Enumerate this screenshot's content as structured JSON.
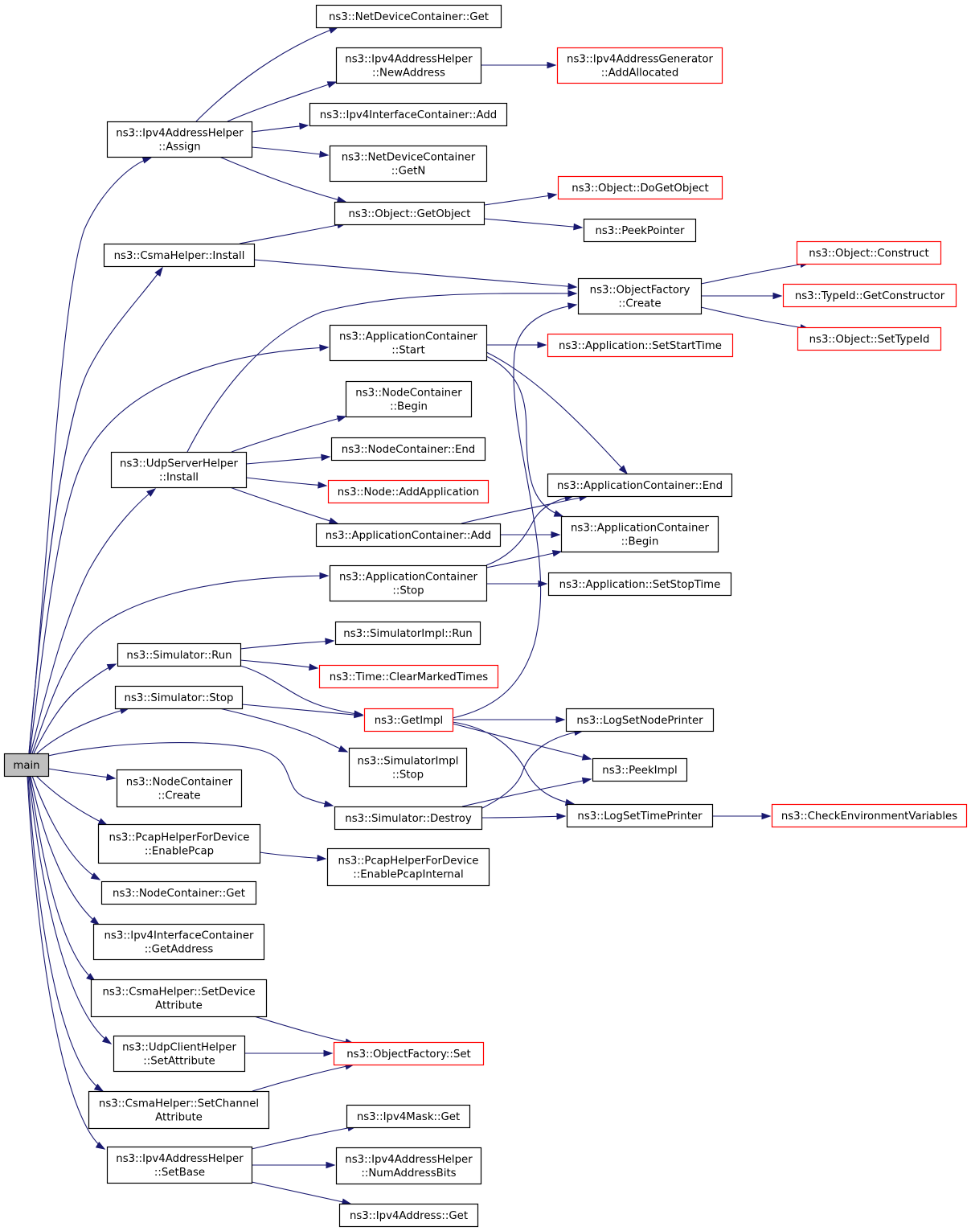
{
  "colors": {
    "edge": "#191970",
    "box_border_default": "#000000",
    "box_border_truncated": "#ff0000",
    "root_fill": "#bfbfbf",
    "box_fill": "#ffffff"
  },
  "nodes": {
    "main": {
      "lines": [
        "main"
      ],
      "style": "root"
    },
    "ndc_get": {
      "lines": [
        "ns3::NetDeviceContainer::Get"
      ],
      "style": "normal"
    },
    "ipv4ah_newaddr": {
      "lines": [
        "ns3::Ipv4AddressHelper",
        "::NewAddress"
      ],
      "style": "normal"
    },
    "ipv4ag_addalloc": {
      "lines": [
        "ns3::Ipv4AddressGenerator",
        "::AddAllocated"
      ],
      "style": "truncated"
    },
    "ipv4ic_add": {
      "lines": [
        "ns3::Ipv4InterfaceContainer::Add"
      ],
      "style": "normal"
    },
    "ipv4ah_assign": {
      "lines": [
        "ns3::Ipv4AddressHelper",
        "::Assign"
      ],
      "style": "normal"
    },
    "ndc_getn": {
      "lines": [
        "ns3::NetDeviceContainer",
        "::GetN"
      ],
      "style": "normal"
    },
    "obj_dogetobject": {
      "lines": [
        "ns3::Object::DoGetObject"
      ],
      "style": "truncated"
    },
    "obj_getobject": {
      "lines": [
        "ns3::Object::GetObject"
      ],
      "style": "normal"
    },
    "peekpointer": {
      "lines": [
        "ns3::PeekPointer"
      ],
      "style": "normal"
    },
    "csma_install": {
      "lines": [
        "ns3::CsmaHelper::Install"
      ],
      "style": "normal"
    },
    "obj_construct": {
      "lines": [
        "ns3::Object::Construct"
      ],
      "style": "truncated"
    },
    "of_create": {
      "lines": [
        "ns3::ObjectFactory",
        "::Create"
      ],
      "style": "normal"
    },
    "typeid_getctor": {
      "lines": [
        "ns3::TypeId::GetConstructor"
      ],
      "style": "truncated"
    },
    "obj_settypeid": {
      "lines": [
        "ns3::Object::SetTypeId"
      ],
      "style": "truncated"
    },
    "appc_start": {
      "lines": [
        "ns3::ApplicationContainer",
        "::Start"
      ],
      "style": "normal"
    },
    "app_setstarttime": {
      "lines": [
        "ns3::Application::SetStartTime"
      ],
      "style": "truncated"
    },
    "nc_begin": {
      "lines": [
        "ns3::NodeContainer",
        "::Begin"
      ],
      "style": "normal"
    },
    "nc_end": {
      "lines": [
        "ns3::NodeContainer::End"
      ],
      "style": "normal"
    },
    "udpserver_install": {
      "lines": [
        "ns3::UdpServerHelper",
        "::Install"
      ],
      "style": "normal"
    },
    "node_addapp": {
      "lines": [
        "ns3::Node::AddApplication"
      ],
      "style": "truncated"
    },
    "appc_end": {
      "lines": [
        "ns3::ApplicationContainer::End"
      ],
      "style": "normal"
    },
    "appc_add": {
      "lines": [
        "ns3::ApplicationContainer::Add"
      ],
      "style": "normal"
    },
    "appc_begin": {
      "lines": [
        "ns3::ApplicationContainer",
        "::Begin"
      ],
      "style": "normal"
    },
    "appc_stop": {
      "lines": [
        "ns3::ApplicationContainer",
        "::Stop"
      ],
      "style": "normal"
    },
    "app_setstoptime": {
      "lines": [
        "ns3::Application::SetStopTime"
      ],
      "style": "normal"
    },
    "simimpl_run": {
      "lines": [
        "ns3::SimulatorImpl::Run"
      ],
      "style": "normal"
    },
    "sim_run": {
      "lines": [
        "ns3::Simulator::Run"
      ],
      "style": "normal"
    },
    "time_clearmarked": {
      "lines": [
        "ns3::Time::ClearMarkedTimes"
      ],
      "style": "truncated"
    },
    "sim_stop": {
      "lines": [
        "ns3::Simulator::Stop"
      ],
      "style": "normal"
    },
    "getimpl": {
      "lines": [
        "ns3::GetImpl"
      ],
      "style": "truncated"
    },
    "logsetnodeprinter": {
      "lines": [
        "ns3::LogSetNodePrinter"
      ],
      "style": "normal"
    },
    "simimpl_stop": {
      "lines": [
        "ns3::SimulatorImpl",
        "::Stop"
      ],
      "style": "normal"
    },
    "peekimpl": {
      "lines": [
        "ns3::PeekImpl"
      ],
      "style": "normal"
    },
    "nc_create": {
      "lines": [
        "ns3::NodeContainer",
        "::Create"
      ],
      "style": "normal"
    },
    "sim_destroy": {
      "lines": [
        "ns3::Simulator::Destroy"
      ],
      "style": "normal"
    },
    "logsettimeprinter": {
      "lines": [
        "ns3::LogSetTimePrinter"
      ],
      "style": "normal"
    },
    "checkenv": {
      "lines": [
        "ns3::CheckEnvironmentVariables"
      ],
      "style": "truncated"
    },
    "pcap_enable": {
      "lines": [
        "ns3::PcapHelperForDevice",
        "::EnablePcap"
      ],
      "style": "normal"
    },
    "pcap_enableinternal": {
      "lines": [
        "ns3::PcapHelperForDevice",
        "::EnablePcapInternal"
      ],
      "style": "normal"
    },
    "nc_get": {
      "lines": [
        "ns3::NodeContainer::Get"
      ],
      "style": "normal"
    },
    "ipv4ic_getaddr": {
      "lines": [
        "ns3::Ipv4InterfaceContainer",
        "::GetAddress"
      ],
      "style": "normal"
    },
    "csma_setdevattr": {
      "lines": [
        "ns3::CsmaHelper::SetDevice",
        "Attribute"
      ],
      "style": "normal"
    },
    "udpclient_setattr": {
      "lines": [
        "ns3::UdpClientHelper",
        "::SetAttribute"
      ],
      "style": "normal"
    },
    "of_set": {
      "lines": [
        "ns3::ObjectFactory::Set"
      ],
      "style": "truncated"
    },
    "csma_setchanattr": {
      "lines": [
        "ns3::CsmaHelper::SetChannel",
        "Attribute"
      ],
      "style": "normal"
    },
    "ipv4mask_get": {
      "lines": [
        "ns3::Ipv4Mask::Get"
      ],
      "style": "normal"
    },
    "ipv4ah_setbase": {
      "lines": [
        "ns3::Ipv4AddressHelper",
        "::SetBase"
      ],
      "style": "normal"
    },
    "ipv4ah_numaddrbits": {
      "lines": [
        "ns3::Ipv4AddressHelper",
        "::NumAddressBits"
      ],
      "style": "normal"
    },
    "ipv4addr_get": {
      "lines": [
        "ns3::Ipv4Address::Get"
      ],
      "style": "normal"
    }
  },
  "edges": [
    [
      "main",
      "ipv4ah_assign"
    ],
    [
      "main",
      "csma_install"
    ],
    [
      "main",
      "appc_start"
    ],
    [
      "main",
      "udpserver_install"
    ],
    [
      "main",
      "appc_stop"
    ],
    [
      "main",
      "sim_run"
    ],
    [
      "main",
      "sim_stop"
    ],
    [
      "main",
      "sim_destroy"
    ],
    [
      "main",
      "nc_create"
    ],
    [
      "main",
      "pcap_enable"
    ],
    [
      "main",
      "nc_get"
    ],
    [
      "main",
      "ipv4ic_getaddr"
    ],
    [
      "main",
      "csma_setdevattr"
    ],
    [
      "main",
      "udpclient_setattr"
    ],
    [
      "main",
      "csma_setchanattr"
    ],
    [
      "main",
      "ipv4ah_setbase"
    ],
    [
      "ipv4ah_assign",
      "ndc_get"
    ],
    [
      "ipv4ah_assign",
      "ipv4ah_newaddr"
    ],
    [
      "ipv4ah_assign",
      "ipv4ic_add"
    ],
    [
      "ipv4ah_assign",
      "ndc_getn"
    ],
    [
      "ipv4ah_assign",
      "obj_getobject"
    ],
    [
      "ipv4ah_newaddr",
      "ipv4ag_addalloc"
    ],
    [
      "obj_getobject",
      "obj_dogetobject"
    ],
    [
      "obj_getobject",
      "peekpointer"
    ],
    [
      "csma_install",
      "obj_getobject"
    ],
    [
      "csma_install",
      "of_create"
    ],
    [
      "of_create",
      "obj_construct"
    ],
    [
      "of_create",
      "typeid_getctor"
    ],
    [
      "of_create",
      "obj_settypeid"
    ],
    [
      "appc_start",
      "app_setstarttime"
    ],
    [
      "appc_start",
      "appc_end"
    ],
    [
      "appc_start",
      "appc_begin"
    ],
    [
      "udpserver_install",
      "of_create"
    ],
    [
      "udpserver_install",
      "nc_begin"
    ],
    [
      "udpserver_install",
      "nc_end"
    ],
    [
      "udpserver_install",
      "node_addapp"
    ],
    [
      "udpserver_install",
      "appc_add"
    ],
    [
      "appc_add",
      "appc_end"
    ],
    [
      "appc_add",
      "appc_begin"
    ],
    [
      "appc_stop",
      "appc_end"
    ],
    [
      "appc_stop",
      "appc_begin"
    ],
    [
      "appc_stop",
      "app_setstoptime"
    ],
    [
      "sim_run",
      "simimpl_run"
    ],
    [
      "sim_run",
      "time_clearmarked"
    ],
    [
      "sim_run",
      "getimpl"
    ],
    [
      "sim_stop",
      "getimpl"
    ],
    [
      "sim_stop",
      "simimpl_stop"
    ],
    [
      "getimpl",
      "of_create"
    ],
    [
      "getimpl",
      "logsetnodeprinter"
    ],
    [
      "getimpl",
      "peekimpl"
    ],
    [
      "getimpl",
      "logsettimeprinter"
    ],
    [
      "sim_destroy",
      "logsetnodeprinter"
    ],
    [
      "sim_destroy",
      "peekimpl"
    ],
    [
      "sim_destroy",
      "logsettimeprinter"
    ],
    [
      "logsettimeprinter",
      "checkenv"
    ],
    [
      "pcap_enable",
      "pcap_enableinternal"
    ],
    [
      "csma_setdevattr",
      "of_set"
    ],
    [
      "udpclient_setattr",
      "of_set"
    ],
    [
      "csma_setchanattr",
      "of_set"
    ],
    [
      "ipv4ah_setbase",
      "ipv4mask_get"
    ],
    [
      "ipv4ah_setbase",
      "ipv4ah_numaddrbits"
    ],
    [
      "ipv4ah_setbase",
      "ipv4addr_get"
    ]
  ]
}
